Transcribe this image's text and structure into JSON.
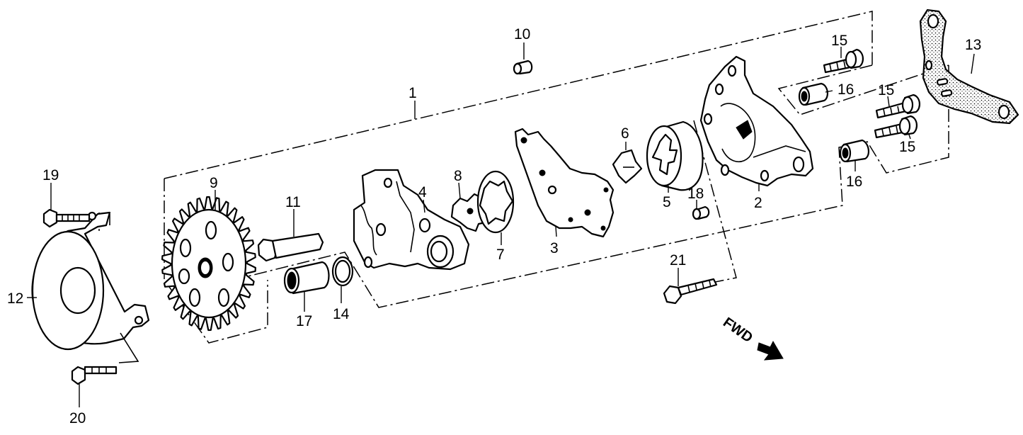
{
  "callouts": {
    "p1": "1",
    "p2": "2",
    "p3": "3",
    "p4": "4",
    "p5": "5",
    "p6": "6",
    "p7": "7",
    "p8": "8",
    "p9": "9",
    "p10": "10",
    "p11": "11",
    "p12": "12",
    "p13": "13",
    "p14": "14",
    "p15a": "15",
    "p15b": "15",
    "p15c": "15",
    "p16a": "16",
    "p16b": "16",
    "p17": "17",
    "p18": "18",
    "p19": "19",
    "p20": "20",
    "p21": "21"
  },
  "direction_label": "FWD"
}
